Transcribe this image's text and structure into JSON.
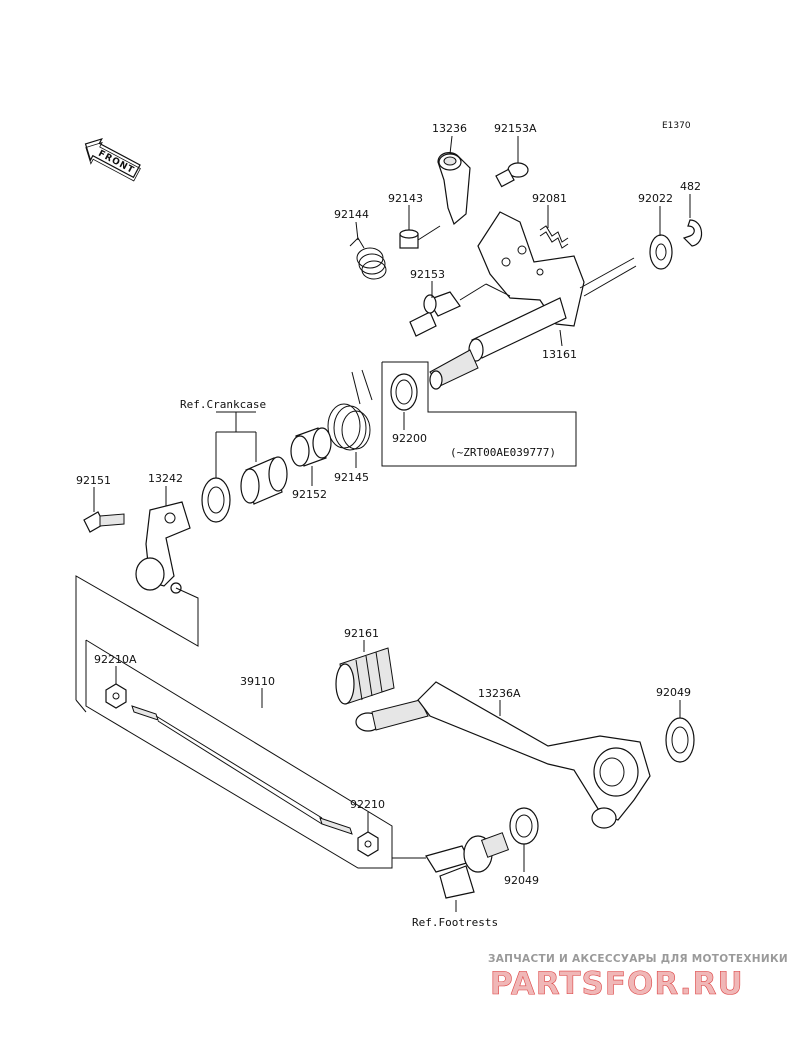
{
  "diagram_code": "E1370",
  "front_label": "FRONT",
  "parts": {
    "p13236": "13236",
    "p92153A": "92153A",
    "p92143": "92143",
    "p92144": "92144",
    "p92081": "92081",
    "p92022": "92022",
    "p482": "482",
    "p92153": "92153",
    "p13161": "13161",
    "p92200": "92200",
    "p92145": "92145",
    "p92152": "92152",
    "p92151": "92151",
    "p13242": "13242",
    "p92161": "92161",
    "p92210A": "92210A",
    "p39110": "39110",
    "p13236A": "13236A",
    "p92049a": "92049",
    "p92049b": "92049",
    "p92210": "92210"
  },
  "refs": {
    "crankcase": "Ref.Crankcase",
    "footrests": "Ref.Footrests",
    "serial_note": "(~ZRT00AE039777)"
  },
  "watermark": {
    "tagline": "ЗАПЧАСТИ И АКСЕССУАРЫ ДЛЯ МОТОТЕХНИКИ",
    "logo": "PARTSFOR.RU"
  }
}
